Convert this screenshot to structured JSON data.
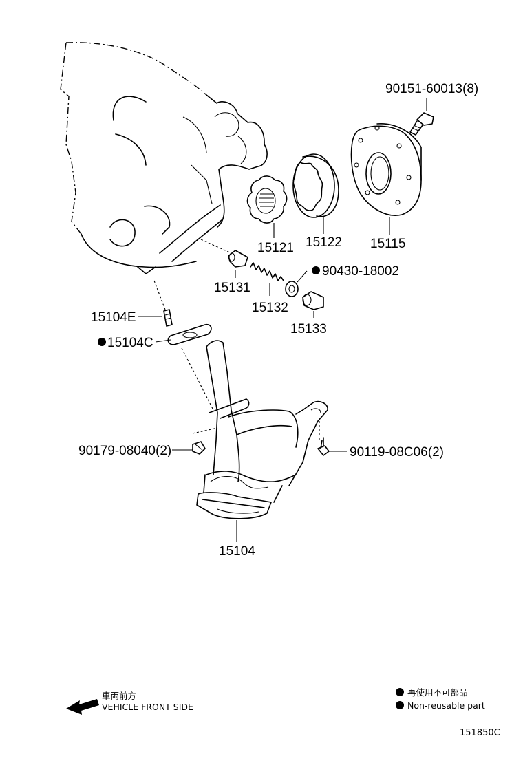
{
  "parts": {
    "p90151": "90151-60013(8)",
    "p15115": "15115",
    "p15122": "15122",
    "p15121": "15121",
    "p90430": "90430-18002",
    "p15131": "15131",
    "p15132": "15132",
    "p15133": "15133",
    "p15104E": "15104E",
    "p15104C": "15104C",
    "p90179": "90179-08040(2)",
    "p90119": "90119-08C06(2)",
    "p15104": "15104"
  },
  "direction": {
    "jp": "車両前方",
    "en": "VEHICLE FRONT SIDE"
  },
  "legend": {
    "jp": "再使用不可部品",
    "en": "Non-reusable part"
  },
  "diagram_code": "151850C"
}
